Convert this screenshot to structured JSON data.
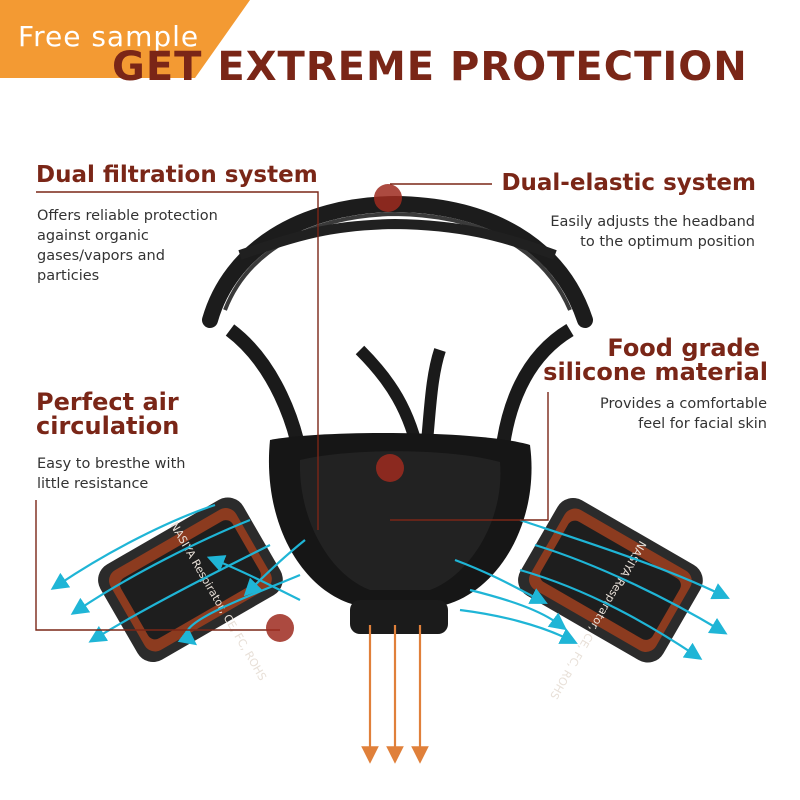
{
  "badge": {
    "label": "Free sample"
  },
  "headline": "GET EXTREME PROTECTION",
  "features": {
    "dual_filtration": {
      "title": "Dual  filtration system",
      "description": [
        "Offers reliable protection",
        "against organic",
        "gases/vapors and",
        "particies"
      ]
    },
    "dual_elastic": {
      "title": "Dual-elastic system",
      "description": [
        "Easily adjusts the headband",
        "to the optimum position"
      ]
    },
    "food_grade": {
      "title": [
        "Food grade",
        "silicone material"
      ],
      "description": [
        "Provides a comfortable",
        "feel for facial skin"
      ]
    },
    "air_circulation": {
      "title": [
        "Perfect air",
        "circulation"
      ],
      "description": [
        "Easy to bresthe with",
        "little resistance"
      ]
    }
  },
  "product": {
    "cartridge_left_label": "NASIYA Respirator, CE, FC, ROHS",
    "cartridge_right_label": "NASIYA Respirator, CE, FC, ROHS"
  },
  "colors": {
    "accent": "#7a2617",
    "badge": "#f39a33",
    "airflow": "#1fb5d6",
    "exhaust": "#e0803a"
  }
}
